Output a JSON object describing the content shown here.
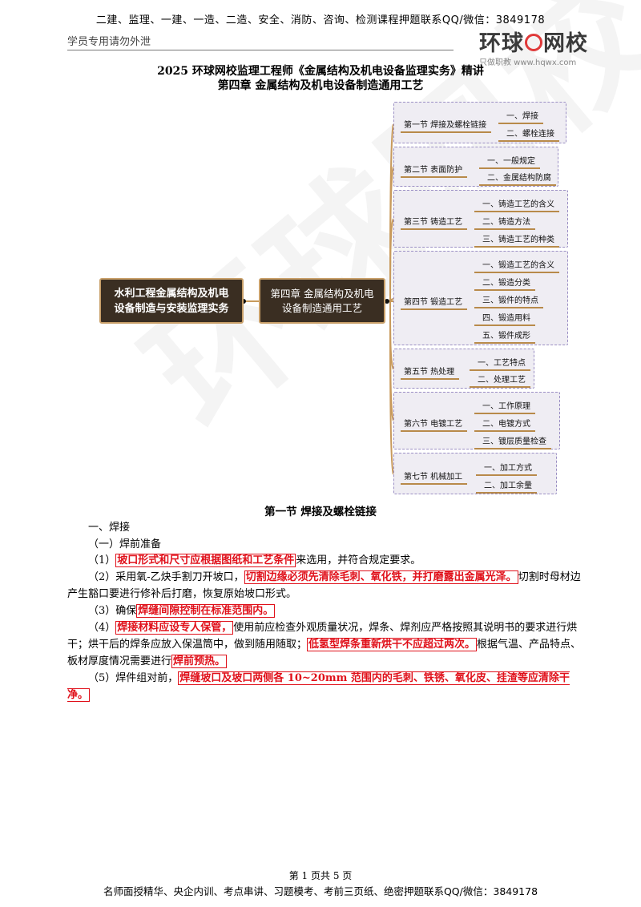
{
  "header": {
    "banner": "二建、监理、一建、一造、二造、安全、消防、咨询、检测课程押题联系QQ/微信：3849178",
    "staff_note": "学员专用请勿外泄",
    "logo_text_1": "环球",
    "logo_text_2": "网校",
    "logo_sub": "只做职教  www.hqwx.com"
  },
  "title": "2025 环球网校监理工程师《金属结构及机电设备监理实务》精讲",
  "chapter_title": "第四章  金属结构及机电设备制造通用工艺",
  "mindmap": {
    "root": [
      "水利工程金属结构及机电",
      "设备制造与安装监理实务"
    ],
    "chapter": [
      "第四章  金属结构及机电",
      "设备制造通用工艺"
    ],
    "sections": [
      {
        "label": "第一节  焊接及螺栓链接",
        "items": [
          "一、焊接",
          "二、螺栓连接"
        ]
      },
      {
        "label": "第二节  表面防护",
        "items": [
          "一、一般规定",
          "二、金属结构防腐"
        ]
      },
      {
        "label": "第三节  铸造工艺",
        "items": [
          "一、铸造工艺的含义",
          "二、铸造方法",
          "三、铸造工艺的种类"
        ]
      },
      {
        "label": "第四节  锻造工艺",
        "items": [
          "一、锻造工艺的含义",
          "二、锻造分类",
          "三、锻件的特点",
          "四、锻造用料",
          "五、锻件成形"
        ]
      },
      {
        "label": "第五节  热处理",
        "items": [
          "一、工艺特点",
          "二、处理工艺"
        ]
      },
      {
        "label": "第六节  电镀工艺",
        "items": [
          "一、工作原理",
          "二、电镀方式",
          "三、镀层质量检查"
        ]
      },
      {
        "label": "第七节  机械加工",
        "items": [
          "一、加工方式",
          "二、加工余量"
        ]
      }
    ]
  },
  "content": {
    "section_heading": "第一节  焊接及螺栓链接",
    "h1": "一、焊接",
    "h2": "（一）焊前准备",
    "p1_prefix": "（1）",
    "p1_hl": "坡口形式和尺寸应根据图纸和工艺条件",
    "p1_suffix": "来选用，并符合规定要求。",
    "p2_prefix": "（2）采用氧-乙炔手割刀开坡口，",
    "p2_hl": "切割边缘必须先清除毛刺、氧化铁，并打磨露出金属光泽。",
    "p2_suffix": "切割时母材边产生豁口要进行修补后打磨，恢复原始坡口形式。",
    "p3_prefix": "（3）确保",
    "p3_hl": "焊缝间隙控制在标准范围内。",
    "p4_prefix": "（4）",
    "p4_hl1": "焊接材料应设专人保管，",
    "p4_mid": "使用前应检查外观质量状况，焊条、焊剂应严格按照其说明书的要求进行烘干；烘干后的焊条应放入保温筒中，做到随用随取；",
    "p4_hl2": "低氢型焊条重新烘干不应超过两次。",
    "p4_mid2": "根据气温、产品特点、板材厚度情况需要进行",
    "p4_hl3": "焊前预热。",
    "p5_prefix": "（5）焊件组对前，",
    "p5_hl": "焊缝坡口及坡口两侧各 10~20mm 范围内的毛刺、铁锈、氧化皮、挂渣等应清除干净。"
  },
  "footer": {
    "page": "第 1 页共 5 页",
    "banner": "名师面授精华、央企内训、考点串讲、习题模考、考前三页纸、绝密押题联系QQ/微信：3849178"
  },
  "watermark": "环球网校"
}
